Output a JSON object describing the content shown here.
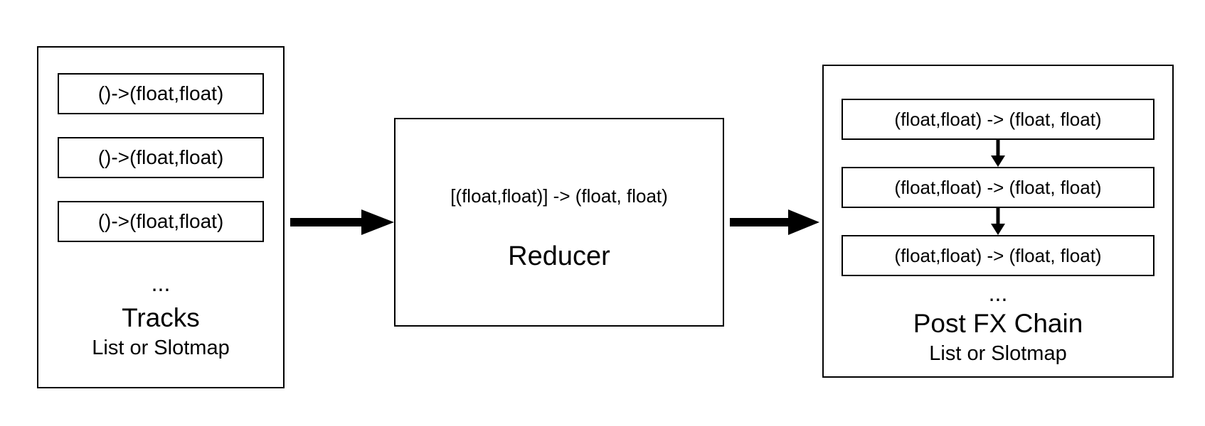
{
  "diagram": {
    "colors": {
      "border": "#000000",
      "text": "#000000",
      "background": "#ffffff"
    },
    "icons": {
      "flow_arrow": "thick-right-arrow",
      "chain_arrow": "down-arrow"
    },
    "tracks": {
      "items": [
        "()->(float,float)",
        "()->(float,float)",
        "()->(float,float)"
      ],
      "ellipsis": "...",
      "title": "Tracks",
      "subtitle": "List or Slotmap"
    },
    "reducer": {
      "signature": "[(float,float)] -> (float, float)",
      "title": "Reducer"
    },
    "postfx": {
      "items": [
        "(float,float) -> (float, float)",
        "(float,float) -> (float, float)",
        "(float,float) -> (float, float)"
      ],
      "ellipsis": "...",
      "title": "Post FX Chain",
      "subtitle": "List or Slotmap"
    }
  }
}
